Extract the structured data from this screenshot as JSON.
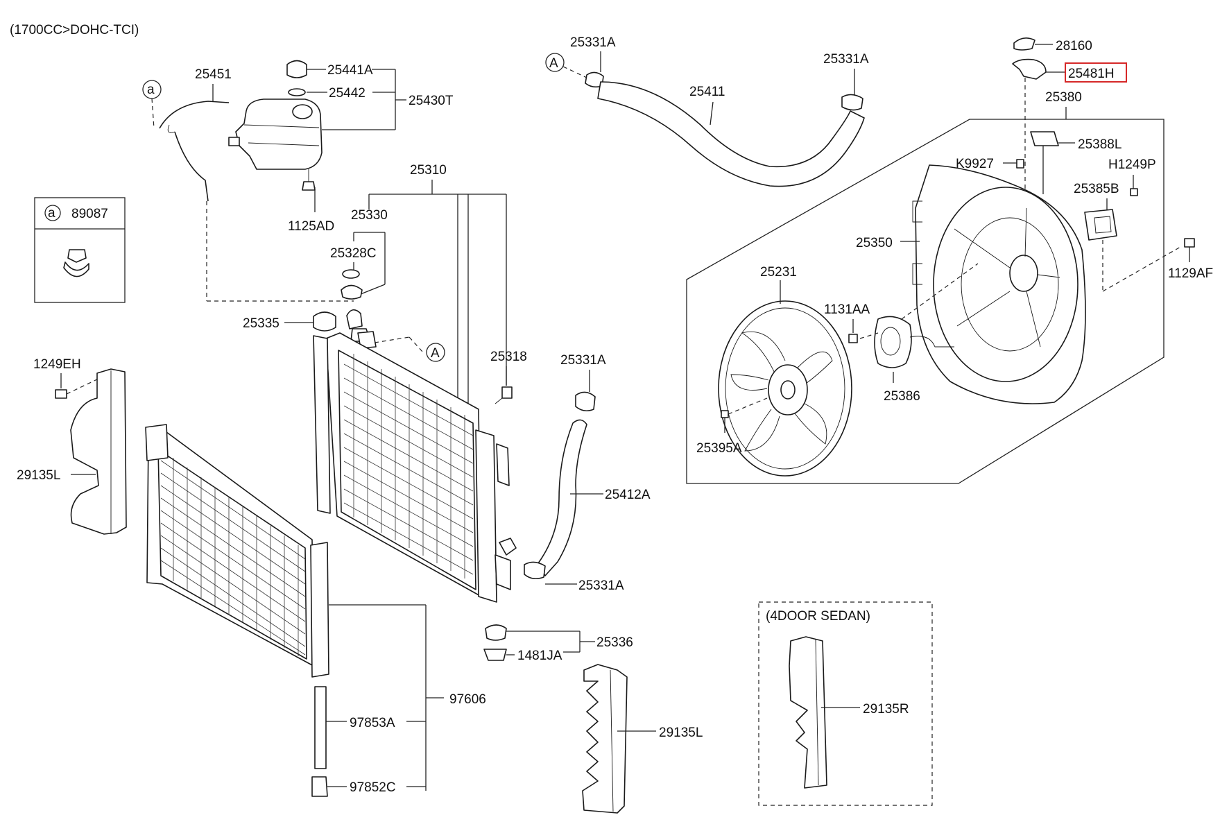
{
  "header": {
    "variant": "(1700CC>DOHC-TCI)"
  },
  "highlight_color": "#d62828",
  "callouts": {
    "circle_a": "a",
    "circle_A": "A",
    "legend_a": "a",
    "legend_part": "89087"
  },
  "parts": {
    "p25331A_1": "25331A",
    "p25331A_2": "25331A",
    "p25331A_3": "25331A",
    "p25331A_4": "25331A",
    "p28160": "28160",
    "p25481H": "25481H",
    "p25411": "25411",
    "p25380": "25380",
    "p25388L": "25388L",
    "pK9927": "K9927",
    "pH1249P": "H1249P",
    "p25385B": "25385B",
    "p25350": "25350",
    "p1129AF": "1129AF",
    "p25231": "25231",
    "p1131AA": "1131AA",
    "p25386": "25386",
    "p25395A": "25395A",
    "p25451": "25451",
    "p25441A": "25441A",
    "p25442": "25442",
    "p25430T": "25430T",
    "p1125AD": "1125AD",
    "p25310": "25310",
    "p25330": "25330",
    "p25328C": "25328C",
    "p25335": "25335",
    "p25318": "25318",
    "p1249EH": "1249EH",
    "p29135L_1": "29135L",
    "p29135L_2": "29135L",
    "p25412A": "25412A",
    "p25336": "25336",
    "p1481JA": "1481JA",
    "p97606": "97606",
    "p97853A": "97853A",
    "p97852C": "97852C",
    "p29135R": "29135R"
  },
  "sedan_box": {
    "title": "(4DOOR SEDAN)"
  }
}
